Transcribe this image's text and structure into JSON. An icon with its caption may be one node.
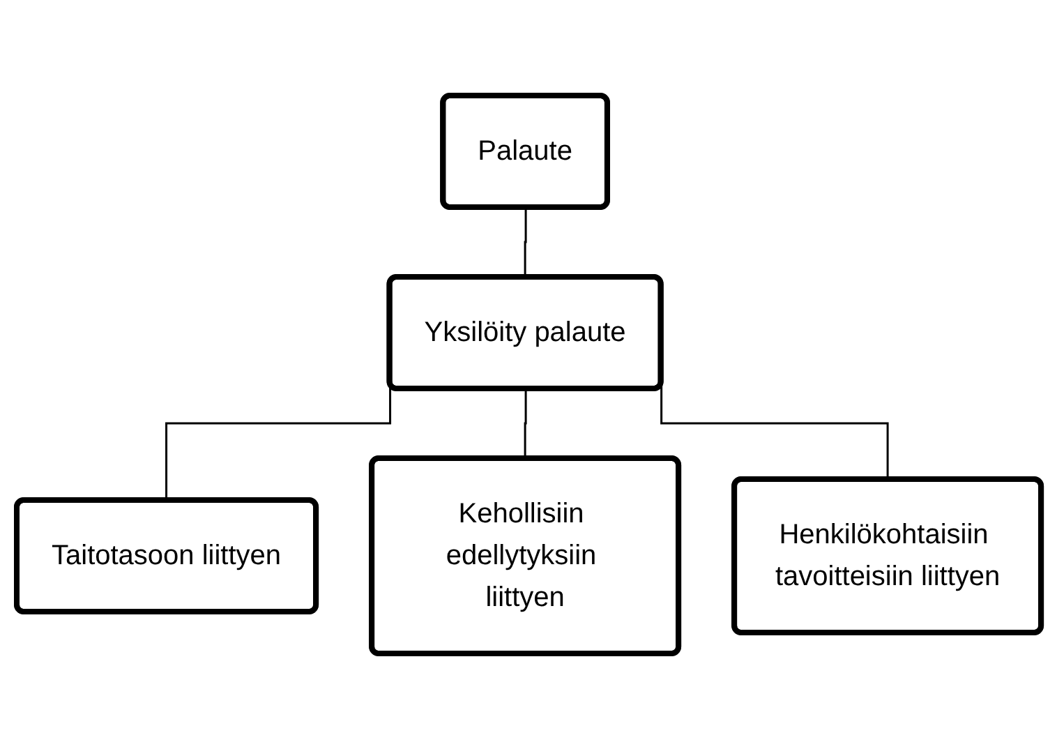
{
  "diagram": {
    "nodes": [
      {
        "text": [
          "Palaute"
        ]
      },
      {
        "text": [
          "Yksilöity palaute"
        ]
      },
      {
        "text": [
          "Taitotasoon liittyen"
        ]
      },
      {
        "text": [
          "Kehollisiin edellytyksiin liittyen"
        ]
      },
      {
        "text": [
          "Henkilökohtaisiin tavoitteisiin liittyen"
        ]
      }
    ],
    "edges": [
      {
        "from": 0,
        "to": 1,
        "arrow": "none"
      },
      {
        "from": 1,
        "to": 2,
        "arrow": "none"
      },
      {
        "from": 1,
        "to": 3,
        "arrow": "none"
      },
      {
        "from": 1,
        "to": 4,
        "arrow": "none"
      }
    ]
  }
}
